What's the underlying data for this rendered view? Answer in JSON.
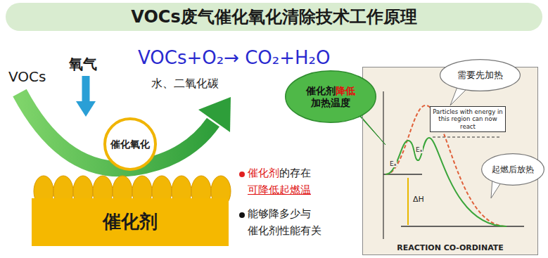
{
  "diagram": {
    "title": "VOCs废气催化氧化清除技术工作原理",
    "nodes": [
      {
        "text": [
          "催化氧化"
        ]
      },
      {
        "text": [
          "催化剂"
        ]
      },
      {
        "text": [
          "REACTION CO-ORDINATE"
        ]
      },
      {
        "text": [
          "Particles with energy in this region can now react"
        ],
        "in": 2
      },
      {
        "text": [
          "催化剂",
          "降低",
          "加热温度"
        ]
      },
      {
        "text": [
          "需要先加热"
        ]
      },
      {
        "text": [
          "起燃后放热"
        ]
      }
    ],
    "labels": [
      "VOCs",
      "氧气",
      "VOCs+O₂→ CO₂+H₂O",
      "水、二氧化碳",
      "催化剂",
      "的存在",
      "可降低起燃温",
      "能够降多少与",
      "催化剂性能有关",
      "Eₐ",
      "Eₐ",
      "ΔH"
    ]
  }
}
